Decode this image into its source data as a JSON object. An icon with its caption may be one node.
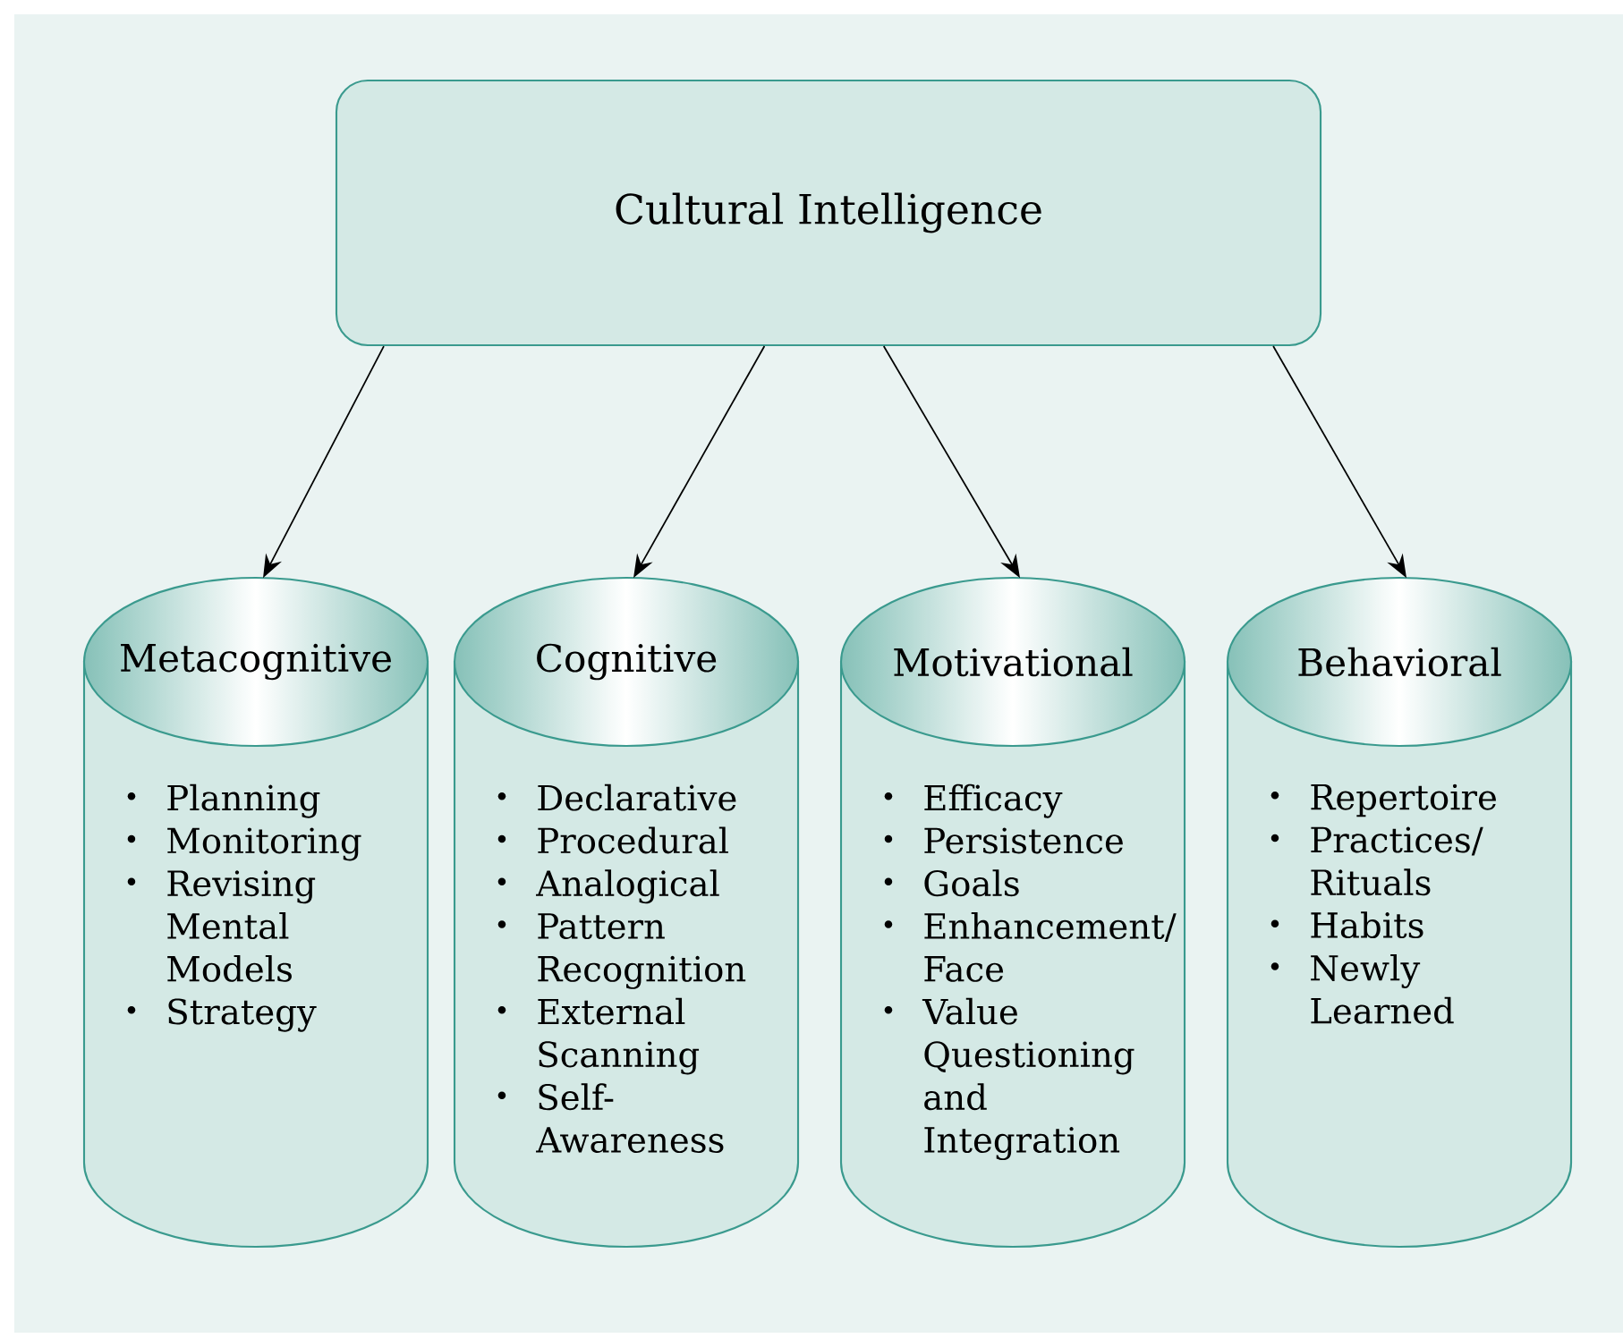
{
  "diagram": {
    "nodes": [
      {
        "text": [
          "Cultural Intelligence"
        ]
      },
      {
        "text": [
          "Metacognitive",
          "Planning",
          "Monitoring",
          "Revising Mental Models",
          "Strategy"
        ]
      },
      {
        "text": [
          "Cognitive",
          "Declarative",
          "Procedural",
          "Analogical",
          "Pattern Recognition",
          "External Scanning",
          "Self-Awareness"
        ]
      },
      {
        "text": [
          "Motivational",
          "Efficacy",
          "Persistence",
          "Goals",
          "Enhancement/ Face",
          "Value Questioning and Integration"
        ]
      },
      {
        "text": [
          "Behavioral",
          "Repertoire",
          "Practices/ Rituals",
          "Habits",
          "Newly Learned"
        ]
      }
    ],
    "edges": [
      {
        "from": 0,
        "to": 1,
        "arrow": "to"
      },
      {
        "from": 0,
        "to": 2,
        "arrow": "to"
      },
      {
        "from": 0,
        "to": 3,
        "arrow": "to"
      },
      {
        "from": 0,
        "to": 4,
        "arrow": "to"
      }
    ]
  }
}
